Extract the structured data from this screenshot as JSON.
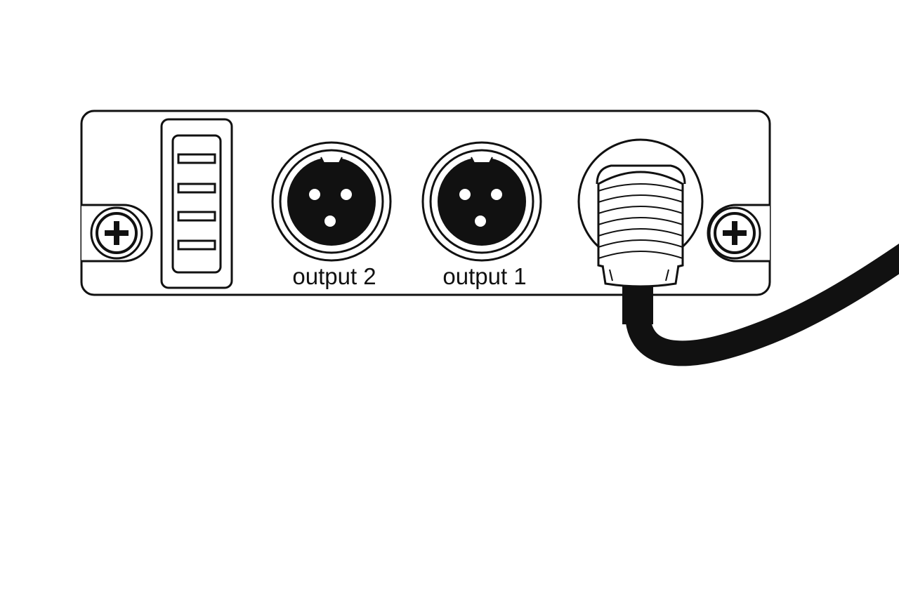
{
  "panel": {
    "connectors": [
      {
        "id": "output-2",
        "label": "output 2",
        "type": "xlr-3-pin"
      },
      {
        "id": "output-1",
        "label": "output 1",
        "type": "xlr-3-pin"
      },
      {
        "id": "power",
        "type": "threaded-cable-connector",
        "label_hidden": true
      }
    ],
    "screws": [
      "phillips-screw-icon",
      "phillips-screw-icon"
    ],
    "vent": {
      "slots": 4
    }
  },
  "colors": {
    "line": "#111111",
    "fill": "#ffffff",
    "cable": "#111111"
  }
}
